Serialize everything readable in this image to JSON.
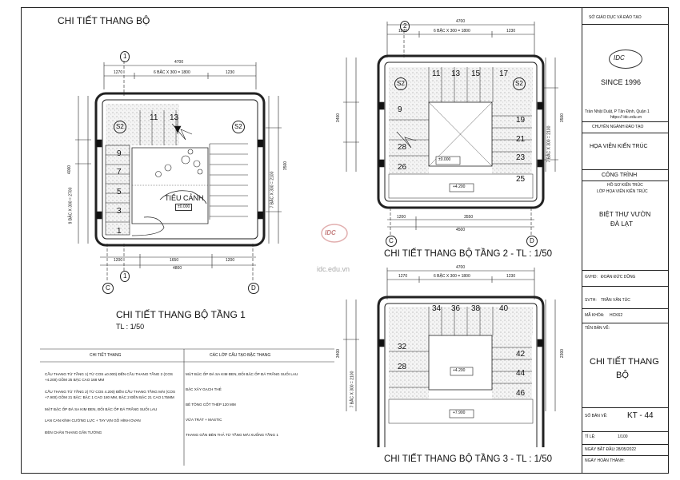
{
  "title_main": "CHI TIẾT THANG BỘ",
  "plan1": {
    "title": "CHI TIẾT THANG BỘ TẦNG 1",
    "scale": "TL : 1/50",
    "garden": "TIỂU CẢNH",
    "level": "±0.000",
    "dims_top": [
      "4700",
      "1270",
      "6 BẬC X 300 = 1800",
      "1230"
    ],
    "dims_bottom": [
      "1200",
      "1650",
      "1200",
      "4800"
    ],
    "dim_left": "4000",
    "dim_left2": "9 BẬC X 300 = 2700",
    "dim_right": "3500",
    "dim_right2": "7 BẬC X 300 = 2100",
    "steps": [
      "1",
      "3",
      "5",
      "7",
      "9",
      "11",
      "13"
    ]
  },
  "plan2": {
    "title": "CHI TIẾT THANG BỘ TẦNG 2 - TL : 1/50",
    "level1": "±0.000",
    "level2": "+4.200",
    "dims_top": [
      "4700",
      "1270",
      "6 BẬC X 300 = 1800",
      "1230"
    ],
    "dims_bottom": [
      "1200",
      "3550",
      "4500"
    ],
    "dim_left": "3400",
    "dim_right": "3500",
    "dim_right2": "7 BẬC X 300 = 2100",
    "steps": [
      "9",
      "11",
      "13",
      "15",
      "17",
      "19",
      "21",
      "23",
      "25",
      "26",
      "28"
    ]
  },
  "plan3": {
    "title": "CHI TIẾT THANG BỘ TẦNG 3 - TL : 1/50",
    "level1": "+4.200",
    "level2": "+7.900",
    "dims_top": [
      "4700",
      "1270",
      "6 BẬC X 300 = 1800",
      "1230"
    ],
    "dim_left": "3400",
    "dim_left2": "7 BẬC X 300 = 2100",
    "dim_right": "2300",
    "steps": [
      "28",
      "32",
      "34",
      "36",
      "38",
      "40",
      "42",
      "44",
      "46"
    ]
  },
  "axes": {
    "c": "C",
    "d": "D",
    "one": "1",
    "two": "2"
  },
  "section_marks": {
    "s2": "S2"
  },
  "watermark": "idc.edu.vn",
  "notes": {
    "left_header": "CHI TIẾT THANG",
    "right_header": "CÁC LỚP CẤU TẠO BẬC THANG",
    "left": [
      "CẦU THANG TỪ TẦNG 1( TỪ COS ±0.000) ĐẾN CẦU THANG TẦNG 2 (COS +4.200) GỒM 25 BẬC CAO 168 MM",
      "CẦU THANG TỪ TẦNG 2( TỪ COS 4.200) ĐẾN CẦU THANG TẦNG MÁI (COS +7.900) GỒM 21 BẬC: BẬC 1 CAO 180 MM, BẬC 2 ĐẾN BẬC 21 CAO 175MM",
      "MẶT BẬC ỐP ĐÁ SA KIM ĐEN, ĐỐI BẬC ỐP ĐÁ TRẮNG SUỐI LAU",
      "LAN CAN KÍNH CƯỜNG LỰC + TAY VỊN GỖ HÌNH OVAN",
      "ĐÈN CHÂN THANG GẮN TƯỜNG"
    ],
    "right": [
      "MẶT BẬC ỐP ĐÁ SA KIM ĐEN, ĐỐI BẬC ỐP ĐÁ TRẮNG SUỐI LAU",
      "BẬC XÂY GẠCH THẺ",
      "BÊ TÔNG CỐT THÉP 120 MM",
      "VỮA TRÁT + MASTIC",
      "THANG GẮN ĐÈN THẢ TỪ TẦNG MÁI XUỐNG TẦNG 1"
    ]
  },
  "titleblock": {
    "dept": "SỞ GIÁO DỤC VÀ ĐÀO TẠO",
    "logo": "IDC",
    "since": "SINCE 1996",
    "address": "Trần Nhật Duật, P Tân Định, Quận 1",
    "web": "https:// idc.edu.vn",
    "major_label": "CHUYÊN NGÀNH ĐÀO TẠO",
    "major": "HỌA VIÊN KIẾN TRÚC",
    "project_label": "CÔNG TRÌNH",
    "project_sub1": "HỒ SƠ KIẾN TRÚC",
    "project_sub2": "LỚP HỌA VIÊN KIẾN TRÚC",
    "project_name1": "BIỆT THỰ VƯỜN",
    "project_name2": "ĐÀ LẠT",
    "gvhd_label": "GVHD:",
    "gvhd": "ĐOÀN ĐỨC DŨNG",
    "svth_label": "SVTH:",
    "svth": "TRẦN VĂN TÚC",
    "course_label": "MÃ KHÓA:",
    "course": "HCK62",
    "drawing_label": "TÊN BẢN VẼ:",
    "drawing1": "CHI TIẾT THANG",
    "drawing2": "BỘ",
    "sheet_label": "SỐ BẢN VẼ:",
    "sheet": "KT - 44",
    "scale_label": "TỈ LỆ:",
    "scale": "1/100",
    "start_label": "NGÀY BẮT ĐẦU:",
    "start": "28/05/2022",
    "end_label": "NGÀY HOÀN THÀNH:",
    "end": ""
  }
}
